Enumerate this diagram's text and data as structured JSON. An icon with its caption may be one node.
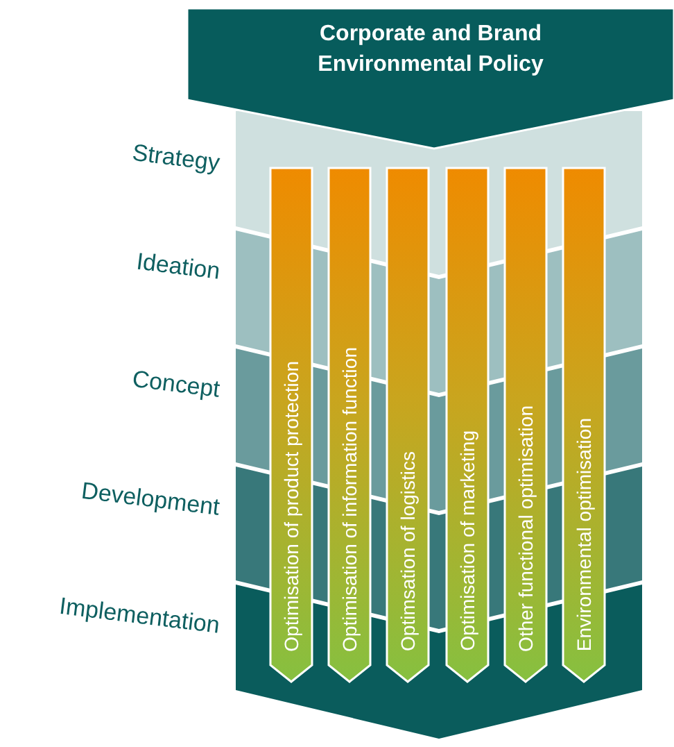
{
  "diagram": {
    "nodes": [
      {
        "text": [
          "Corporate and Brand Environmental Policy"
        ]
      },
      {
        "text": [],
        "shape": "band"
      },
      {
        "text": [],
        "shape": "band",
        "beside": [
          "Ideation"
        ]
      },
      {
        "text": [],
        "shape": "band",
        "beside": [
          "Concept"
        ]
      },
      {
        "text": [],
        "shape": "band",
        "beside": [
          "Development"
        ]
      },
      {
        "text": [],
        "shape": "band",
        "beside": [
          "Implementation"
        ]
      },
      {
        "text": [
          "Optimisation of product protection"
        ]
      },
      {
        "text": [
          "Optimisation of information function"
        ]
      },
      {
        "text": [
          "Optimsation of logistics"
        ]
      },
      {
        "text": [
          "Optimisation of marketing"
        ]
      },
      {
        "text": [
          "Other functional optimisation"
        ]
      },
      {
        "text": [
          "Environmental optimisation"
        ]
      }
    ],
    "labels": [
      "Strategy"
    ]
  }
}
